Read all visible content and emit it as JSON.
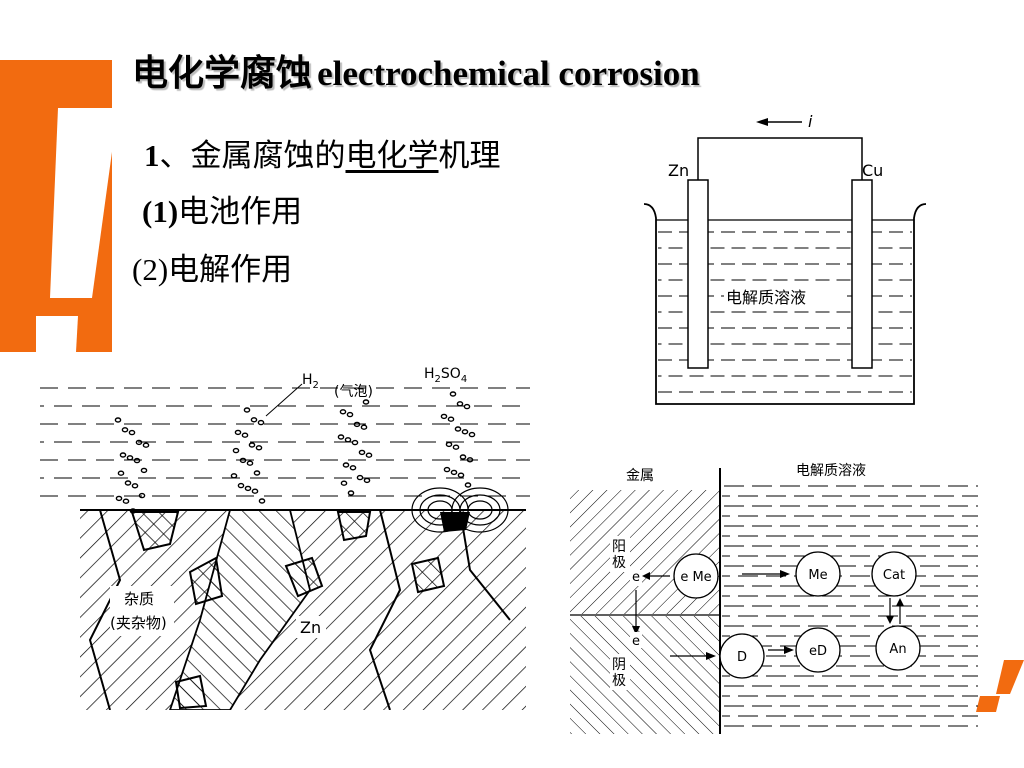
{
  "slide": {
    "title_zh": "电化学腐蚀",
    "title_en": "electrochemical corrosion",
    "point1_num": "1",
    "point1_pre": "、金属腐蚀的",
    "point1_underlined": "电化学",
    "point1_post": "机理",
    "sub1_num": "(1)",
    "sub1_text": "电池作用",
    "sub2_num": "(2)",
    "sub2_text": "电解作用"
  },
  "cell_diagram": {
    "current_label": "i",
    "left_electrode": "Zn",
    "right_electrode": "Cu",
    "solution_label": "电解质溶液"
  },
  "corrosion_diagram": {
    "gas_label": "H",
    "gas_sub": "2",
    "bubble_label": "(气泡)",
    "acid_label": "H",
    "acid_sub1": "2",
    "acid_mid": "SO",
    "acid_sub2": "4",
    "impurity_label": "杂质",
    "inclusion_label": "(夹杂物)",
    "metal_label": "Zn"
  },
  "interface_diagram": {
    "metal_label": "金属",
    "solution_label": "电解质溶液",
    "anode_label_1": "阳",
    "anode_label_2": "极",
    "cathode_label_1": "阴",
    "cathode_label_2": "极",
    "electron_top": "e",
    "electron_bottom": "e",
    "circle_eme": "e Me",
    "circle_me": "Me",
    "circle_cat": "Cat",
    "circle_d": "D",
    "circle_ed": "eD",
    "circle_an": "An"
  },
  "colors": {
    "accent_orange": "#F26B10",
    "text": "#000000",
    "title_shadow": "#bbbbbb"
  }
}
